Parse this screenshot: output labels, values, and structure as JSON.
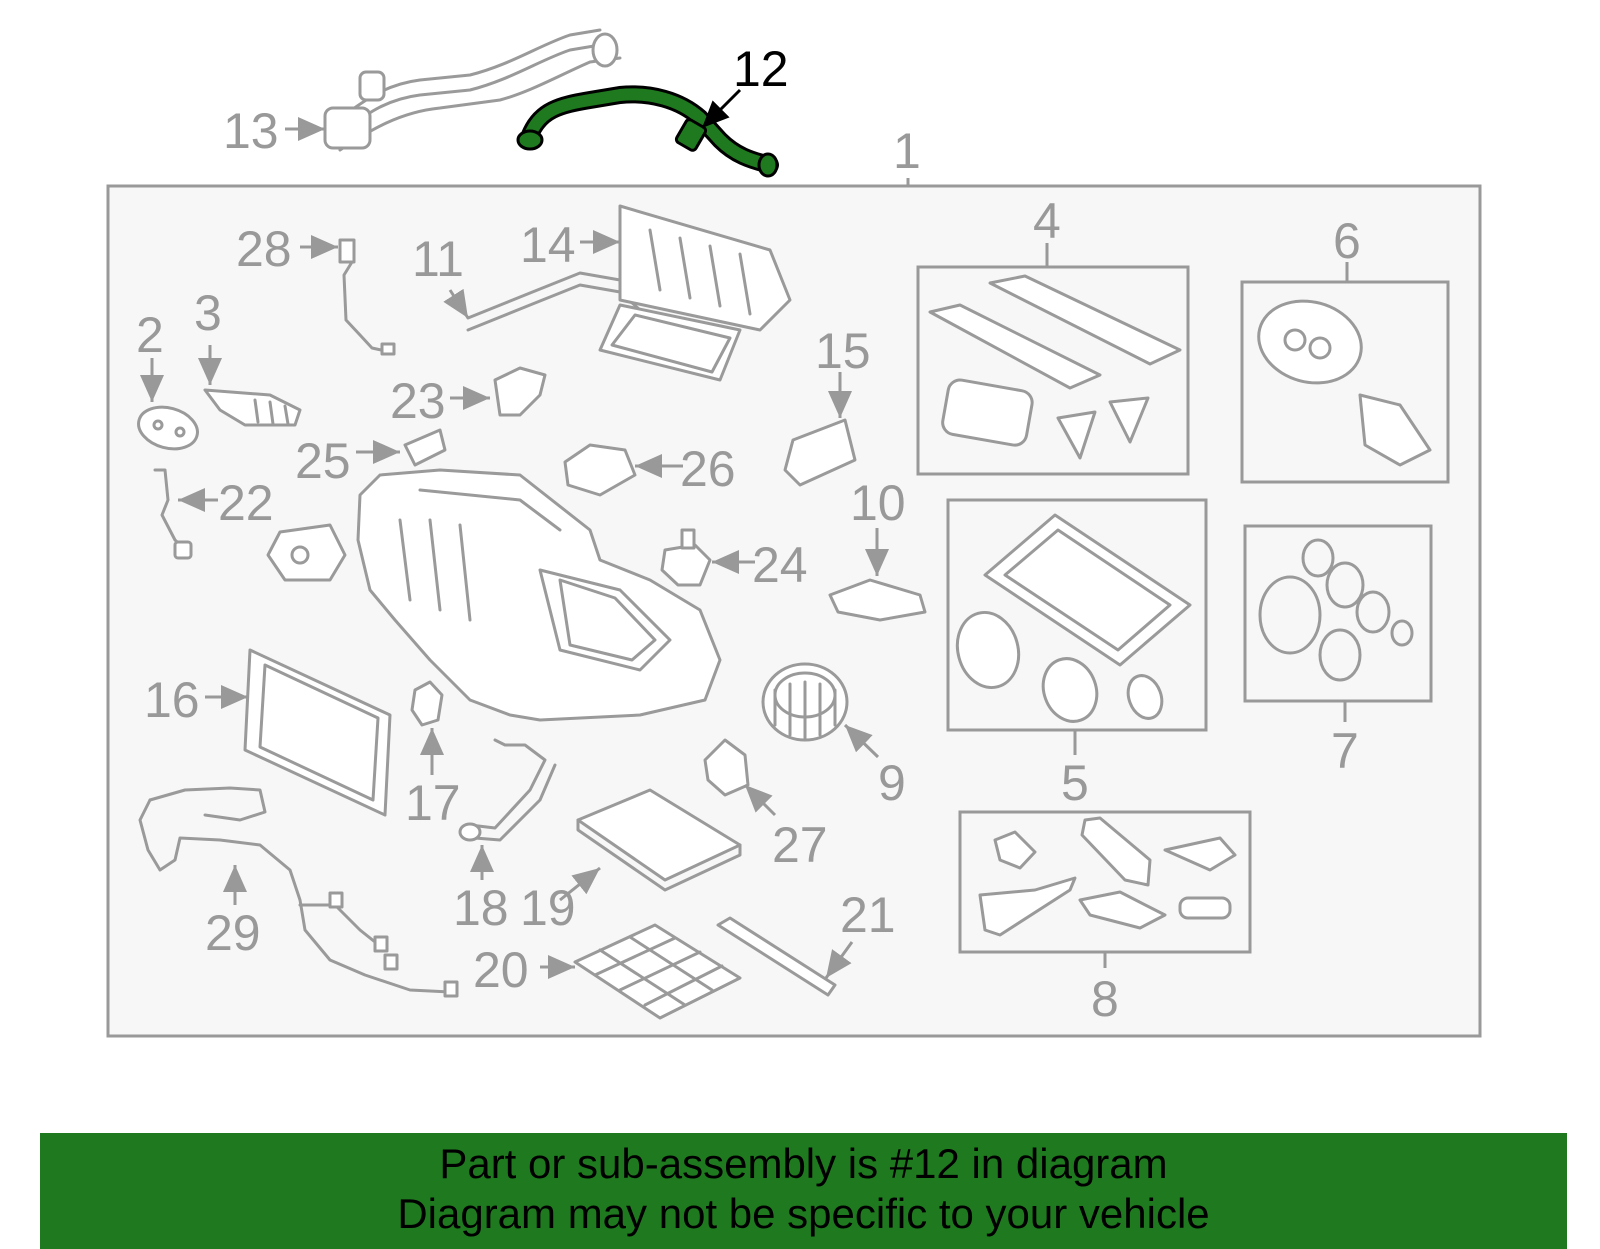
{
  "highlight_color": "#1f7a1f",
  "outline_color": "#999999",
  "callouts": {
    "c1": "1",
    "c2": "2",
    "c3": "3",
    "c4": "4",
    "c5": "5",
    "c6": "6",
    "c7": "7",
    "c8": "8",
    "c9": "9",
    "c10": "10",
    "c11": "11",
    "c12": "12",
    "c13": "13",
    "c14": "14",
    "c15": "15",
    "c16": "16",
    "c17": "17",
    "c18": "18",
    "c19": "19",
    "c20": "20",
    "c21": "21",
    "c22": "22",
    "c23": "23",
    "c24": "24",
    "c25": "25",
    "c26": "26",
    "c27": "27",
    "c28": "28",
    "c29": "29"
  },
  "banner": {
    "line1": "Part or sub-assembly is #12 in diagram",
    "line2": "Diagram may not be specific to your vehicle"
  }
}
